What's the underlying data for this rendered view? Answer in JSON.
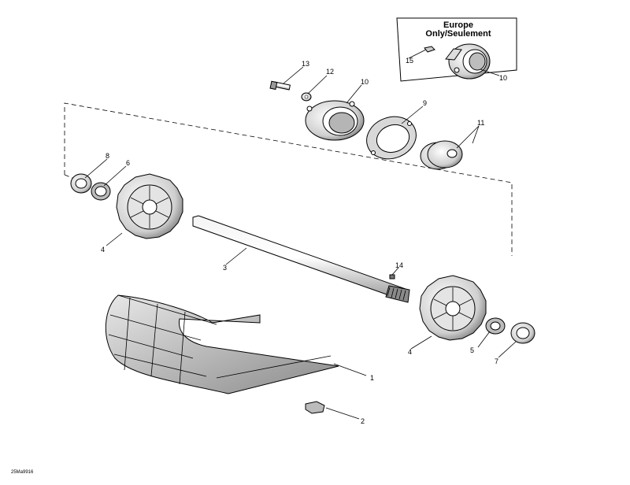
{
  "inset": {
    "line1": "Europe",
    "line2": "Only/Seulement"
  },
  "callouts": [
    "1",
    "2",
    "3",
    "4",
    "4",
    "5",
    "6",
    "7",
    "8",
    "9",
    "10",
    "10",
    "11",
    "12",
    "13",
    "14",
    "15"
  ],
  "figure_ref": "25Ma9916"
}
